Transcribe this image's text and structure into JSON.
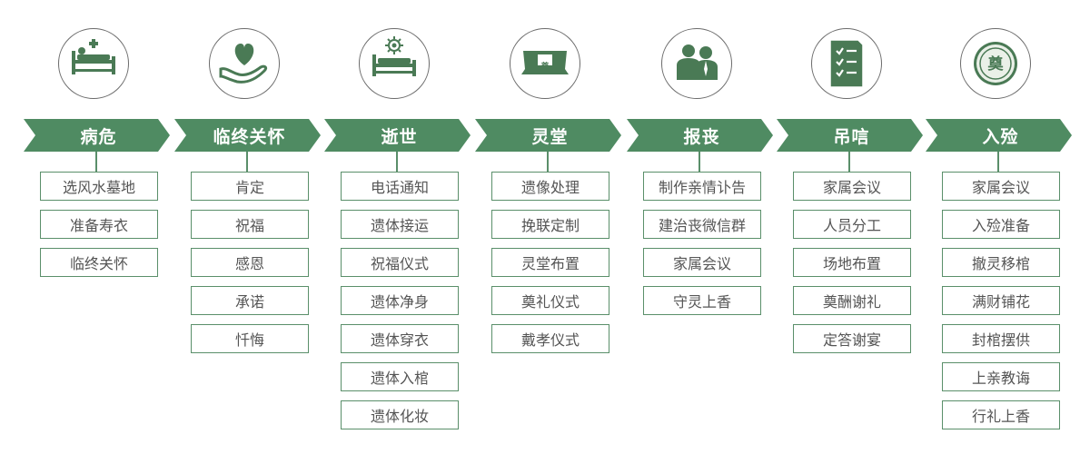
{
  "colors": {
    "accent": "#4f8b62",
    "border": "#5a8f6a",
    "icon": "#4a7a55",
    "text": "#555555"
  },
  "stages": [
    {
      "id": "illness",
      "title": "病危",
      "icon": "hospital-bed-icon",
      "steps": [
        "选风水墓地",
        "准备寿衣",
        "临终关怀"
      ]
    },
    {
      "id": "end-of-life",
      "title": "临终关怀",
      "icon": "heart-in-hand-icon",
      "steps": [
        "肯定",
        "祝福",
        "感恩",
        "承诺",
        "忏悔"
      ]
    },
    {
      "id": "passing",
      "title": "逝世",
      "icon": "bed-with-flower-icon",
      "steps": [
        "电话通知",
        "遗体接运",
        "祝福仪式",
        "遗体净身",
        "遗体穿衣",
        "遗体入棺",
        "遗体化妆"
      ]
    },
    {
      "id": "hall",
      "title": "灵堂",
      "icon": "altar-table-icon",
      "icon_text": "奠",
      "steps": [
        "遗像处理",
        "挽联定制",
        "灵堂布置",
        "奠礼仪式",
        "戴孝仪式"
      ]
    },
    {
      "id": "announce",
      "title": "报丧",
      "icon": "two-people-icon",
      "steps": [
        "制作亲情讣告",
        "建治丧微信群",
        "家属会议",
        "守灵上香"
      ]
    },
    {
      "id": "condolence",
      "title": "吊唁",
      "icon": "checklist-icon",
      "steps": [
        "家属会议",
        "人员分工",
        "场地布置",
        "奠酬谢礼",
        "定答谢宴"
      ]
    },
    {
      "id": "encoffin",
      "title": "入殓",
      "icon": "memorial-seal-icon",
      "icon_text": "奠",
      "steps": [
        "家属会议",
        "入殓准备",
        "撤灵移棺",
        "满财铺花",
        "封棺摆供",
        "上亲教诲",
        "行礼上香"
      ]
    }
  ]
}
